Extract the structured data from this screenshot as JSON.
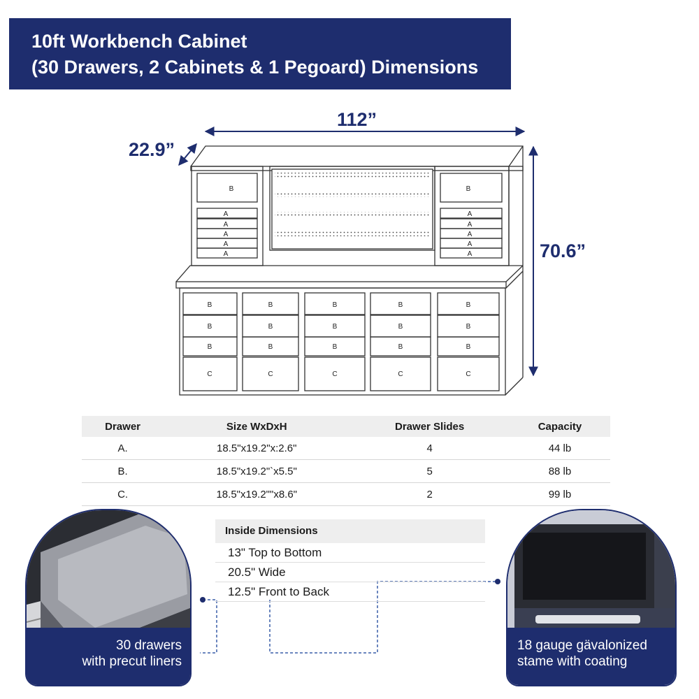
{
  "banner": {
    "title_line1": "10ft Workbench Cabinet",
    "title_line2": "(30 Drawers, 2 Cabinets & 1 Pegoard) Dimensions"
  },
  "dimensions": {
    "width": "112”",
    "depth": "22.9”",
    "height": "70.6”"
  },
  "cabinet_labels": {
    "upper_top": "B",
    "upper_small": "A",
    "lower_small": "B",
    "lower_large": "C"
  },
  "drawer_table": {
    "headers": [
      "Drawer",
      "Size WxDxH",
      "Drawer Slides",
      "Capacity"
    ],
    "rows": [
      [
        "A.",
        "18.5\"x19.2\"x:2.6\"",
        "4",
        "44 lb"
      ],
      [
        "B.",
        "18.5\"x19.2\"`x5.5\"",
        "5",
        "88 lb"
      ],
      [
        "C.",
        "18.5\"x19.2\"\"x8.6\"",
        "2",
        "99 lb"
      ]
    ]
  },
  "inside_dimensions": {
    "title": "Inside Dimensions",
    "items": [
      "13\" Top to Bottom",
      "20.5\" Wide",
      "12.5\" Front to Back"
    ]
  },
  "callouts": {
    "left_line1": "30 drawers",
    "left_line2": "with precut liners",
    "right_line1": "18 gauge gävalonized",
    "right_line2": "stame with coating"
  },
  "colors": {
    "brand_navy": "#1e2d6e",
    "dashed_line": "#3a5fa8",
    "table_header_bg": "#eeeeee"
  }
}
